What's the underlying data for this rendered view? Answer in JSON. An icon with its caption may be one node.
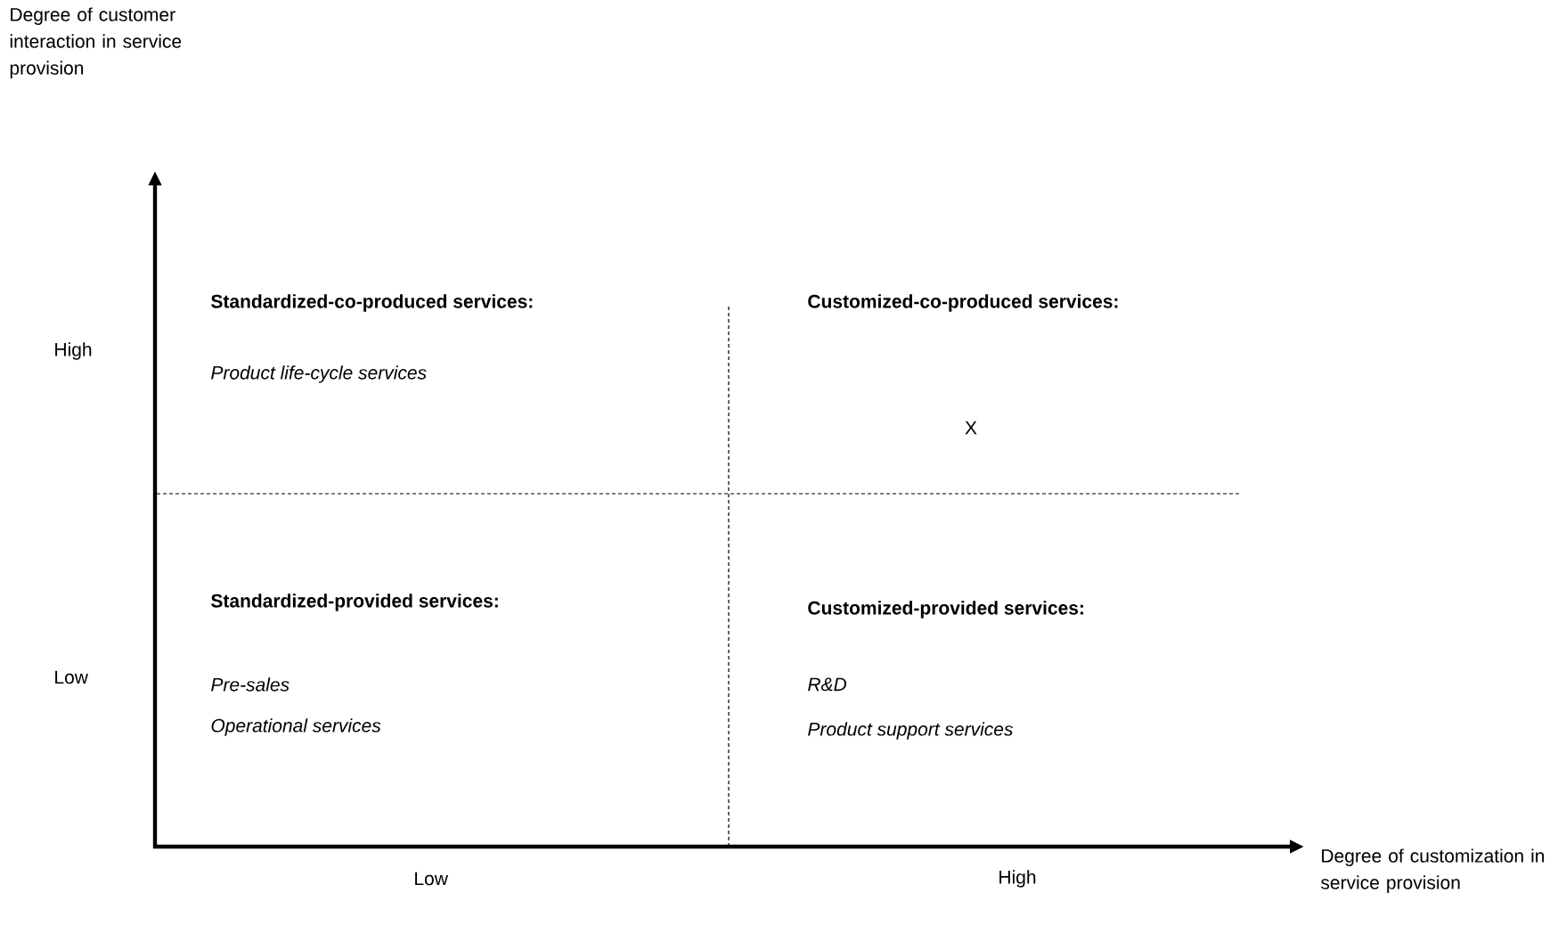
{
  "diagram": {
    "labels": [
      "Degree of customer interaction in service provision",
      "High",
      "Standardized-co-produced services:",
      "Customized-co-produced services:",
      "Product life-cycle services",
      "X",
      "Low",
      "Standardized-provided services:",
      "Customized-provided services:",
      "Pre-sales",
      "Operational services",
      "R&D",
      "Product support services",
      "Degree of customization in service provision",
      "Low",
      "High"
    ]
  }
}
